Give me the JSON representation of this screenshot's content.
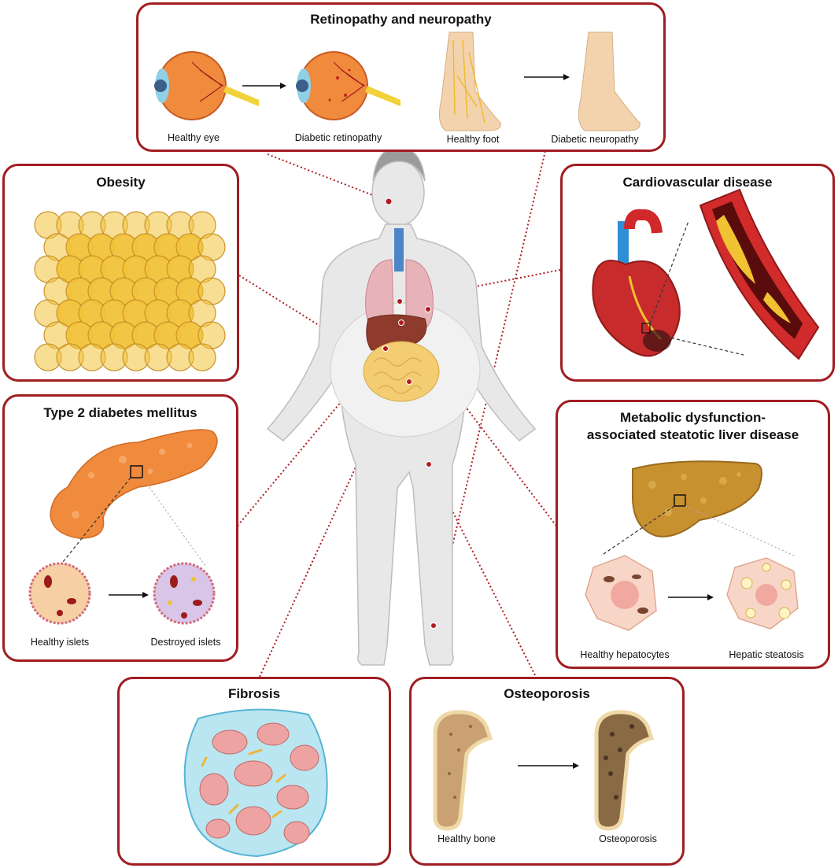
{
  "panels": {
    "retinopathy": {
      "title": "Retinopathy and neuropathy",
      "captions": [
        "Healthy eye",
        "Diabetic retinopathy",
        "Healthy foot",
        "Diabetic neuropathy"
      ],
      "icons": [
        "eye-icon",
        "foot-icon"
      ]
    },
    "obesity": {
      "title": "Obesity",
      "icons": [
        "adipocyte-cluster-icon"
      ]
    },
    "cardio": {
      "title": "Cardiovascular disease",
      "icons": [
        "heart-icon",
        "artery-plaque-icon"
      ]
    },
    "t2dm": {
      "title": "Type 2 diabetes mellitus",
      "captions": [
        "Healthy islets",
        "Destroyed islets"
      ],
      "icons": [
        "pancreas-icon",
        "islet-icon"
      ]
    },
    "masld": {
      "title_lines": [
        "Metabolic dysfunction-",
        "associated steatotic liver disease"
      ],
      "captions": [
        "Healthy hepatocytes",
        "Hepatic steatosis"
      ],
      "icons": [
        "liver-icon",
        "hepatocyte-icon"
      ]
    },
    "fibrosis": {
      "title": "Fibrosis",
      "icons": [
        "fibrotic-tissue-icon"
      ]
    },
    "osteoporosis": {
      "title": "Osteoporosis",
      "captions": [
        "Healthy bone",
        "Osteoporosis"
      ],
      "icons": [
        "femur-icon"
      ]
    }
  },
  "colors": {
    "panel_border": "#a01d22",
    "connector": "#b01c22",
    "adipocyte": "#f2c23a",
    "body": "#e6e6e6"
  },
  "center_figure": {
    "icons": [
      "human-body-icon",
      "lungs-icon",
      "liver-organ-icon",
      "intestine-icon"
    ]
  }
}
